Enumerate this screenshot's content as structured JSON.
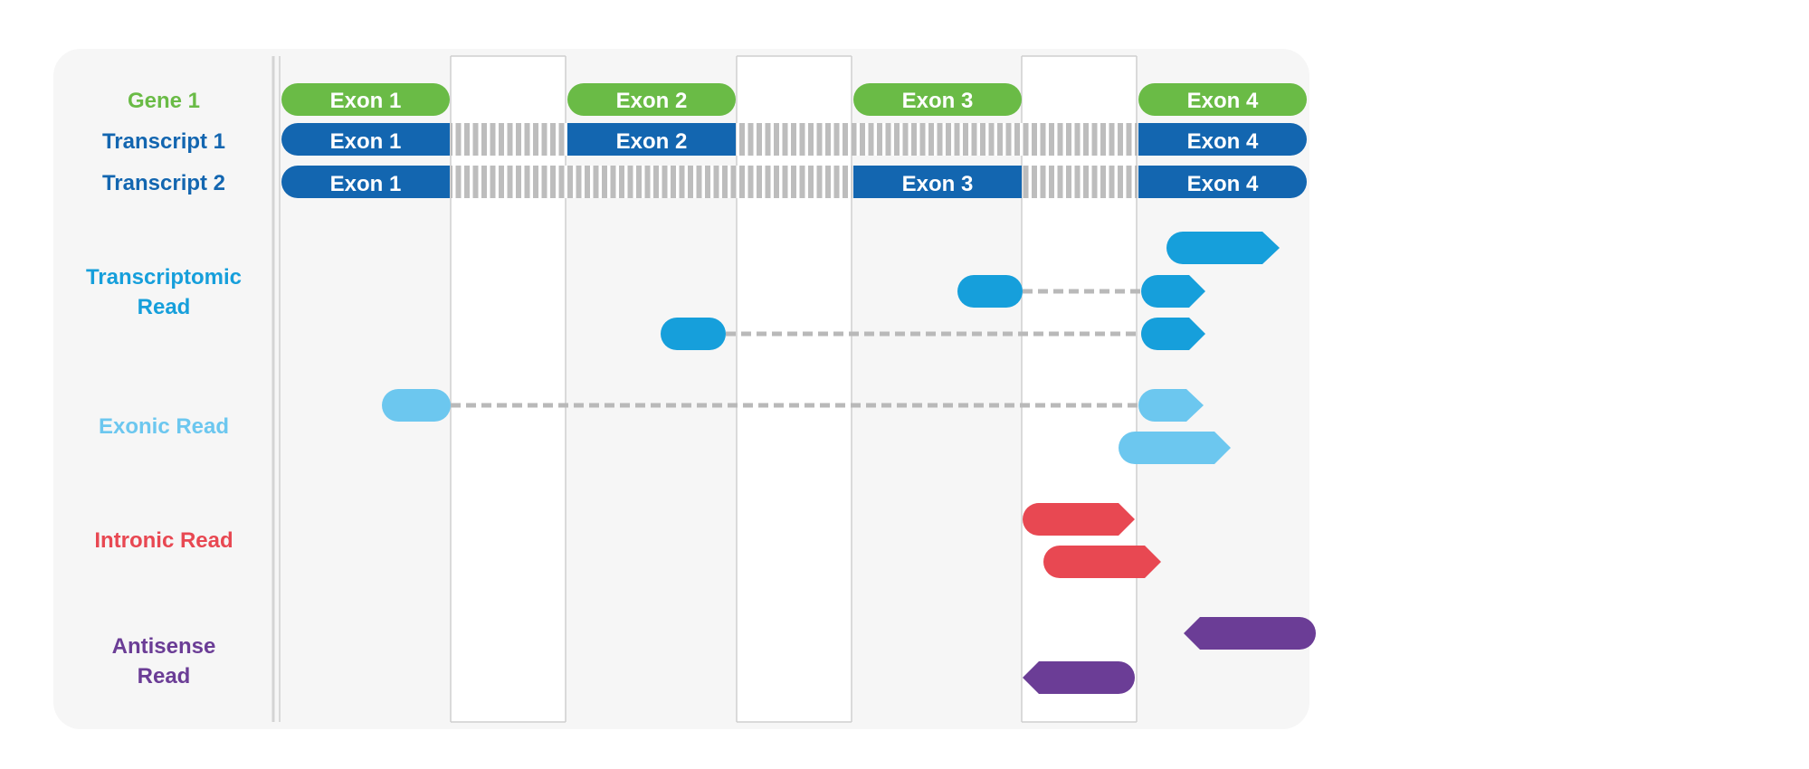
{
  "colors": {
    "panel_bg": "#f6f6f6",
    "intron_bg": "#ffffff",
    "gene": "#6abb46",
    "transcript": "#1366b0",
    "transcriptomic": "#169fdb",
    "exonic": "#6cc7ef",
    "intronic": "#e84852",
    "antisense": "#6b3d96",
    "junction": "#b9b9b9"
  },
  "row_labels": {
    "gene1": "Gene 1",
    "transcript1": "Transcript 1",
    "transcript2": "Transcript 2",
    "transcriptomic_line1": "Transcriptomic",
    "transcriptomic_line2": "Read",
    "exonic": "Exonic Read",
    "intronic": "Intronic Read",
    "antisense_line1": "Antisense",
    "antisense_line2": "Read"
  },
  "gene1_exons": [
    {
      "label": "Exon 1"
    },
    {
      "label": "Exon 2"
    },
    {
      "label": "Exon 3"
    },
    {
      "label": "Exon 4"
    }
  ],
  "transcript1_exons": [
    {
      "label": "Exon 1"
    },
    {
      "label": "Exon 2"
    },
    {
      "label": "Exon 4"
    }
  ],
  "transcript2_exons": [
    {
      "label": "Exon 1"
    },
    {
      "label": "Exon 3"
    },
    {
      "label": "Exon 4"
    }
  ]
}
